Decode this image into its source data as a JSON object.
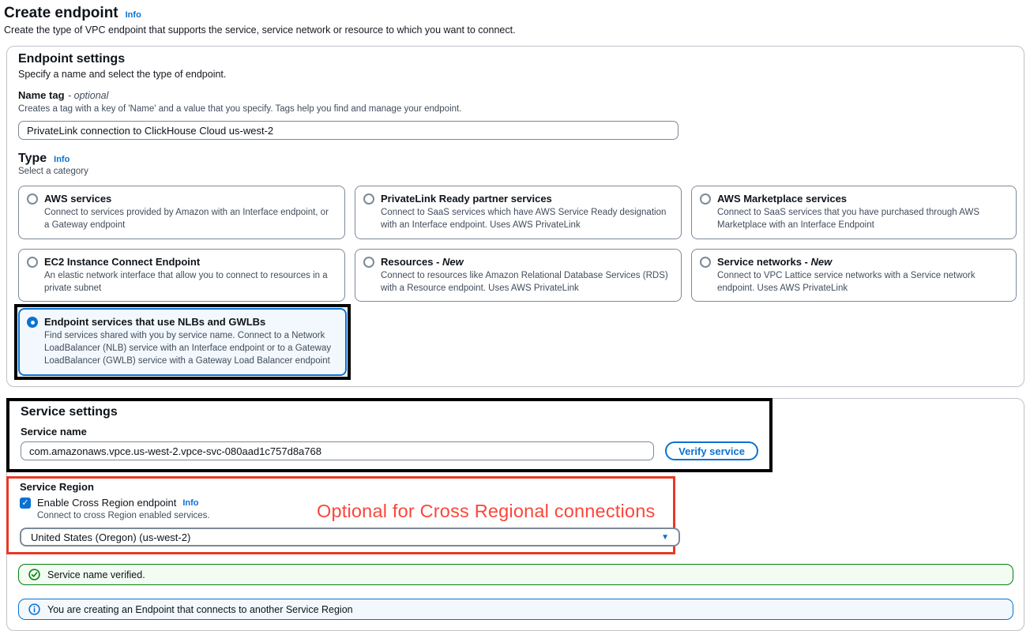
{
  "page": {
    "title": "Create endpoint",
    "info_label": "Info",
    "description": "Create the type of VPC endpoint that supports the service, service network or resource to which you want to connect."
  },
  "colors": {
    "accent_blue": "#0972d3",
    "success_green": "#037f0c",
    "annotation_red": "#e63a26",
    "selected_tile_bg": "#f2f8fd"
  },
  "endpoint_settings": {
    "heading": "Endpoint settings",
    "description": "Specify a name and select the type of endpoint.",
    "name_tag": {
      "label": "Name tag",
      "optional_suffix": "- optional",
      "constraint": "Creates a tag with a key of 'Name' and a value that you specify. Tags help you find and manage your endpoint.",
      "value": "PrivateLink connection to ClickHouse Cloud us-west-2"
    },
    "type_section": {
      "label": "Type",
      "info_label": "Info",
      "description": "Select a category"
    },
    "tiles": [
      {
        "title": "AWS services",
        "flag": "",
        "description": "Connect to services provided by Amazon with an Interface endpoint, or a Gateway endpoint"
      },
      {
        "title": "PrivateLink Ready partner services",
        "flag": "",
        "description": "Connect to SaaS services which have AWS Service Ready designation with an Interface endpoint. Uses AWS PrivateLink"
      },
      {
        "title": "AWS Marketplace services",
        "flag": "",
        "description": "Connect to SaaS services that you have purchased through AWS Marketplace with an Interface Endpoint"
      },
      {
        "title": "EC2 Instance Connect Endpoint",
        "flag": "",
        "description": "An elastic network interface that allow you to connect to resources in a private subnet"
      },
      {
        "title": "Resources - ",
        "flag": "New",
        "description": "Connect to resources like Amazon Relational Database Services (RDS) with a Resource endpoint. Uses AWS PrivateLink"
      },
      {
        "title": "Service networks - ",
        "flag": "New",
        "description": "Connect to VPC Lattice service networks with a Service network endpoint. Uses AWS PrivateLink"
      },
      {
        "title": "Endpoint services that use NLBs and GWLBs",
        "flag": "",
        "description": "Find services shared with you by service name. Connect to a Network LoadBalancer (NLB) service with an Interface endpoint or to a Gateway LoadBalancer (GWLB) service with a Gateway Load Balancer endpoint"
      }
    ]
  },
  "service_settings": {
    "heading": "Service settings",
    "service_name": {
      "label": "Service name",
      "value": "com.amazonaws.vpce.us-west-2.vpce-svc-080aad1c757d8a768",
      "verify_button_label": "Verify service"
    },
    "service_region": {
      "label": "Service Region",
      "checkbox_label": "Enable Cross Region endpoint",
      "info_label": "Info",
      "checkbox_description": "Connect to cross Region enabled services.",
      "red_annotation": "Optional for Cross Regional connections",
      "region_value": "United States (Oregon) (us-west-2)",
      "checkbox_checked": "✓"
    },
    "alerts": {
      "success": "Service name verified.",
      "info": "You are creating an Endpoint that connects to another Service Region"
    }
  }
}
